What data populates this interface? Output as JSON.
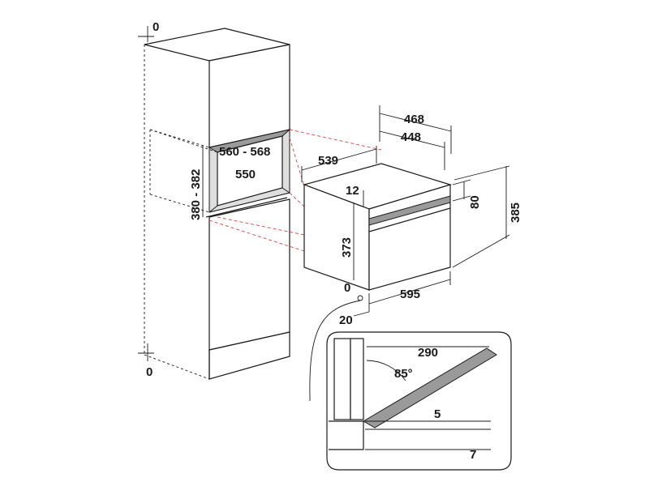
{
  "dimensions": {
    "top_clearance": "0",
    "bottom_clearance": "0",
    "niche_height": "380 - 382",
    "niche_width": "560 - 568",
    "niche_depth": "550",
    "oven_depth_total": "539",
    "oven_top_depth_a": "468",
    "oven_top_depth_b": "448",
    "oven_top_offset": "12",
    "oven_panel_height": "80",
    "oven_total_height": "385",
    "oven_body_height": "373",
    "oven_width": "595",
    "oven_bottom_offset": "0",
    "oven_side_offset": "20",
    "door_depth": "290",
    "door_angle": "85°",
    "door_gap_a": "5",
    "door_gap_b": "7"
  },
  "colors": {
    "line": "#1a1a1a",
    "projection": "#d64545",
    "niche_shade": "#dedede"
  }
}
